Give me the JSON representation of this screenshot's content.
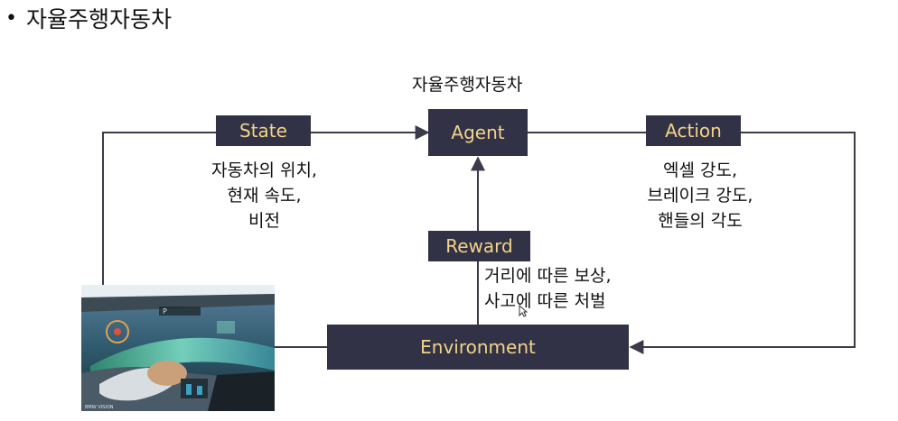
{
  "header": {
    "bullet": "•",
    "title": "자율주행자동차"
  },
  "diagram": {
    "agent_caption": "자율주행자동차",
    "agent": "Agent",
    "state": "State",
    "action": "Action",
    "reward": "Reward",
    "environment": "Environment",
    "state_desc": [
      "자동차의 위치,",
      "현재 속도,",
      "비전"
    ],
    "action_desc": [
      "엑셀 강도,",
      "브레이크 강도,",
      "핸들의 각도"
    ],
    "reward_desc": [
      "거리에 따른 보상,",
      "사고에 따른 처벌"
    ]
  },
  "photo": {
    "hud_text": "P",
    "watermark": "BMW VISION"
  },
  "colors": {
    "box_fill": "#323246",
    "box_text": "#f2d28a",
    "line": "#3a3a4a"
  }
}
